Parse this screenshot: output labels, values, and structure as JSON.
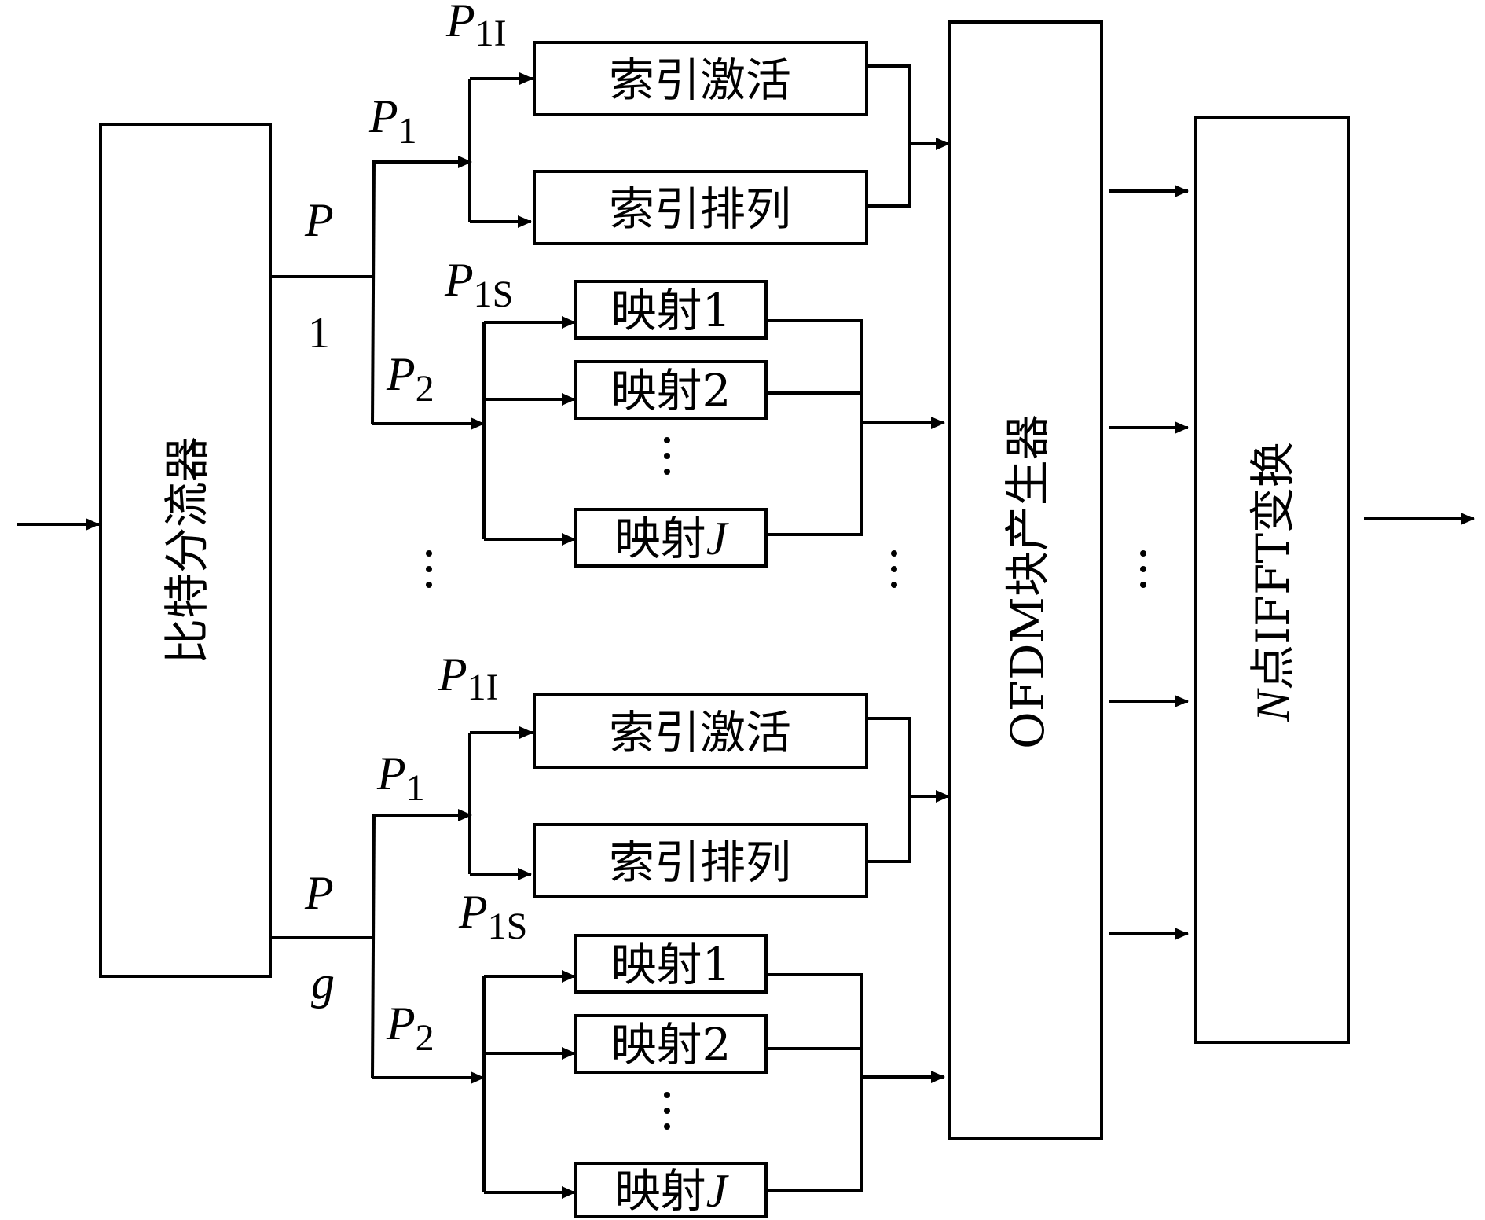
{
  "diagram": {
    "input_label": "",
    "splitter": {
      "label": "比特分流器"
    },
    "ofdm": {
      "label": "OFDM块产生器"
    },
    "ifft": {
      "label_var": "N",
      "label_rest": "点IFFT变换"
    },
    "groups": [
      {
        "p_label": "P",
        "p_index": "1",
        "p1": {
          "var": "P",
          "sub": "1"
        },
        "p1i": {
          "var": "P",
          "sub": "1I"
        },
        "p1s": {
          "var": "P",
          "sub": "1S"
        },
        "p2": {
          "var": "P",
          "sub": "2"
        },
        "index_activation": "索引激活",
        "index_permutation": "索引排列",
        "maps": [
          "映射1",
          "映射2"
        ],
        "map_last_prefix": "映射",
        "map_last_var": "J"
      },
      {
        "p_label": "P",
        "p_index": "g",
        "p1": {
          "var": "P",
          "sub": "1"
        },
        "p1i": {
          "var": "P",
          "sub": "1I"
        },
        "p1s": {
          "var": "P",
          "sub": "1S"
        },
        "p2": {
          "var": "P",
          "sub": "2"
        },
        "index_activation": "索引激活",
        "index_permutation": "索引排列",
        "maps": [
          "映射1",
          "映射2"
        ],
        "map_last_prefix": "映射",
        "map_last_var": "J"
      }
    ]
  }
}
